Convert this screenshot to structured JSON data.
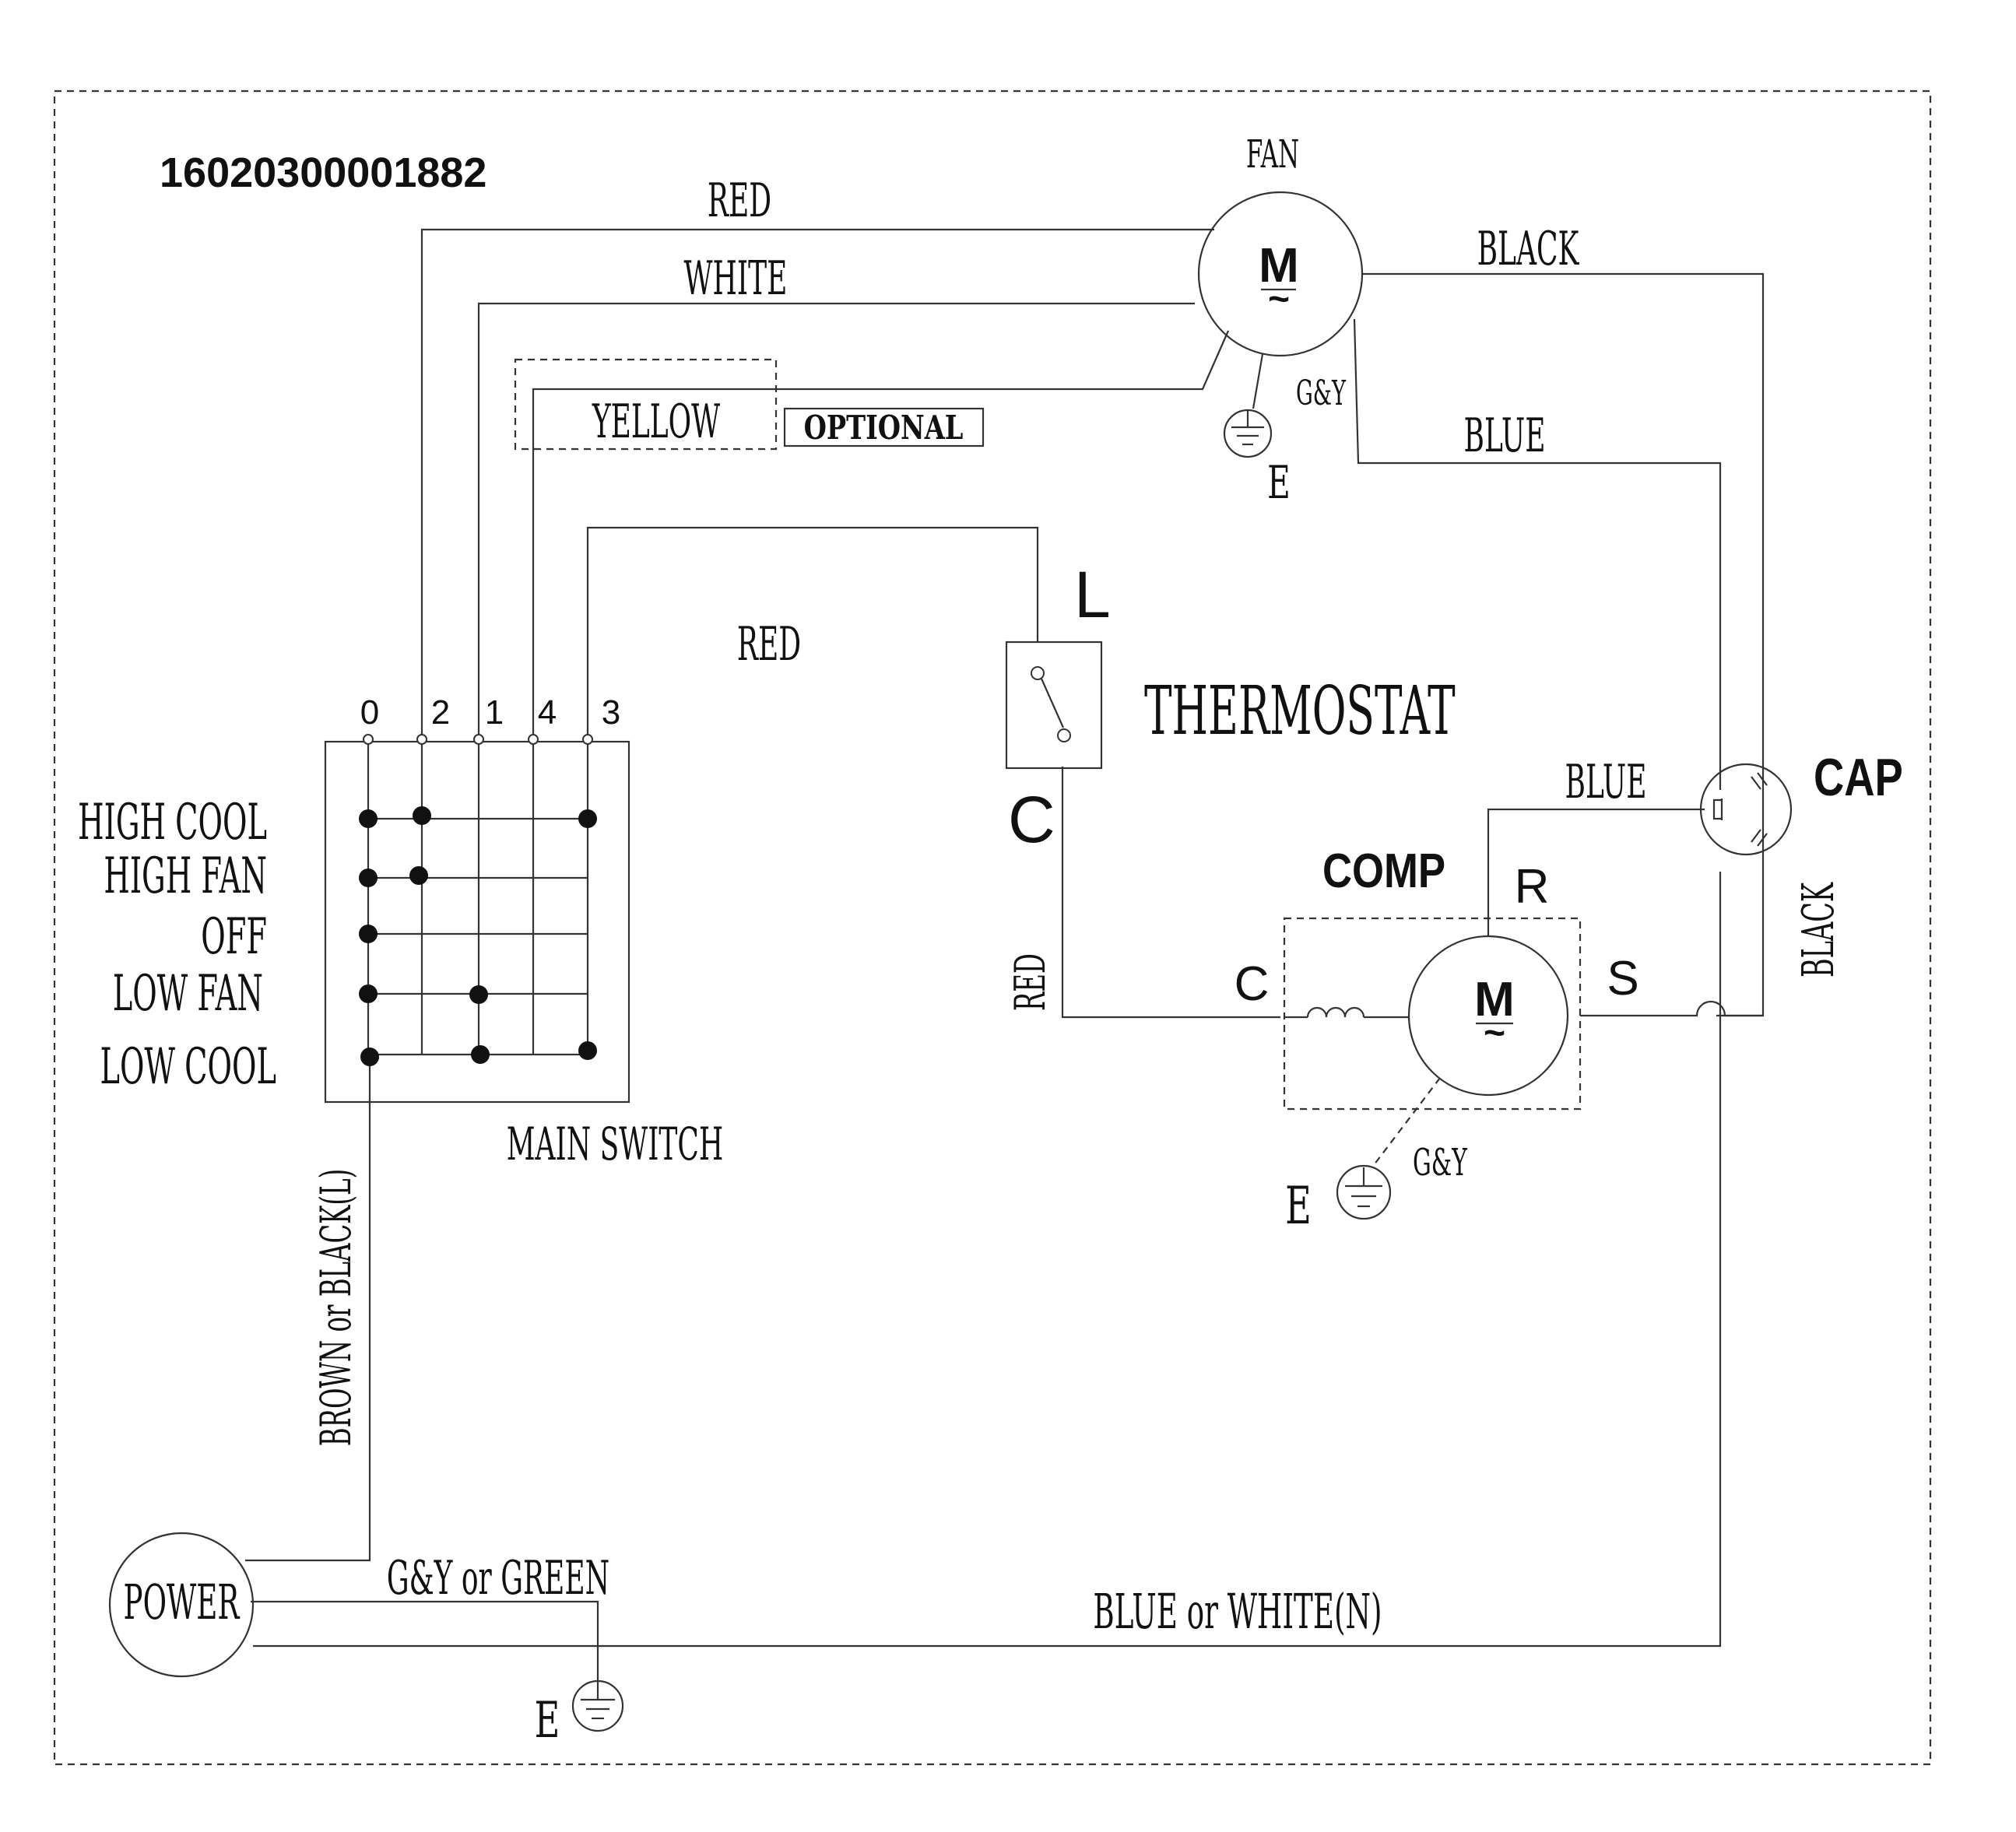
{
  "part_number": "16020300001882",
  "fan": {
    "title": "FAN",
    "motor_letter": "M",
    "motor_symbol": "~",
    "ground_wire": "G&Y",
    "ground_label": "E"
  },
  "wires": {
    "red_top": "RED",
    "white": "WHITE",
    "yellow": "YELLOW",
    "optional": "OPTIONAL",
    "red_mid": "RED",
    "black_top": "BLACK",
    "blue_top": "BLUE",
    "blue_cap": "BLUE",
    "black_right": "BLACK",
    "red_vertical": "RED",
    "brown_black": "BROWN or BLACK(L)",
    "gy_green": "G&Y or GREEN",
    "blue_white": "BLUE or WHITE(N)"
  },
  "thermostat": {
    "title": "THERMOSTAT",
    "terminal_l": "L",
    "terminal_c": "C"
  },
  "cap": {
    "label": "CAP"
  },
  "compressor": {
    "title": "COMP",
    "terminal_r": "R",
    "terminal_c": "C",
    "terminal_s": "S",
    "motor_letter": "M",
    "motor_symbol": "~",
    "ground_wire": "G&Y",
    "ground_label": "E"
  },
  "switch": {
    "title": "MAIN SWITCH",
    "terminals": [
      "0",
      "2",
      "1",
      "4",
      "3"
    ],
    "positions": [
      "HIGH COOL",
      "HIGH FAN",
      "OFF",
      "LOW FAN",
      "LOW COOL"
    ]
  },
  "power": {
    "label": "POWER",
    "ground_label": "E"
  }
}
